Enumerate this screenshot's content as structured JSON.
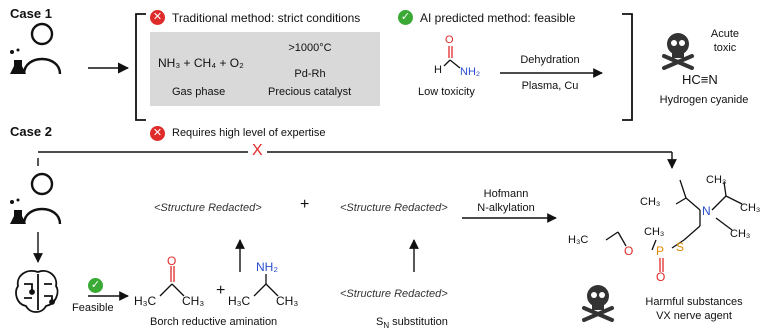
{
  "case1": {
    "label": "Case 1",
    "traditional": {
      "header": "Traditional method: strict conditions",
      "reactants": "NH₃ + CH₄ + O₂",
      "condition_top": ">1000°C",
      "condition_bottom": "Pd-Rh",
      "phase": "Gas phase",
      "catalyst": "Precious catalyst"
    },
    "ai": {
      "header": "AI predicted method: feasible",
      "molecule_O": "O",
      "molecule_H": "H",
      "molecule_NH2": "NH₂",
      "toxicity": "Low toxicity",
      "condition_top": "Dehydration",
      "condition_bottom": "Plasma, Cu"
    },
    "product": {
      "tox_label_1": "Acute",
      "tox_label_2": "toxic",
      "formula": "HC≡N",
      "name": "Hydrogen  cyanide"
    }
  },
  "case2": {
    "label": "Case 2",
    "expertise_header": "Requires high level of expertise",
    "blocked_mark": "X",
    "feasible_label": "Feasible",
    "redacted_1": "<Structure Redacted>",
    "redacted_2": "<Structure Redacted>",
    "redacted_3": "<Structure Redacted>",
    "plus": "+",
    "plus_2": "+",
    "step_1": "Hofmann",
    "step_2": "N-alkylation",
    "reaction_left": "Borch reductive amination",
    "reaction_right_S": "S",
    "reaction_right_N": "N",
    "reaction_right_rest": " substitution",
    "acetone_O": "O",
    "acetone_left": "H₃C",
    "acetone_right": "CH₃",
    "amine_top": "NH₂",
    "amine_left": "H₃C",
    "amine_right": "CH₃",
    "product": {
      "harmful": "Harmful substances",
      "name": "VX nerve agent",
      "lbl_ch3_top": "CH₃",
      "lbl_h3c_left": "H₃C",
      "lbl_ch3_p": "CH₃",
      "lbl_N": "N",
      "lbl_ch3_r1": "CH₃",
      "lbl_ch3_r2": "CH₃",
      "lbl_ch3_b": "CH₃",
      "lbl_O": "O",
      "lbl_P": "P",
      "lbl_S": "S",
      "lbl_Odb": "O"
    }
  },
  "colors": {
    "red": "#e02b2b",
    "green": "#3aaa35",
    "gray_box": "#d9d9d9",
    "blue_box": "#cfe8f5",
    "oxygen": "#e02b2b",
    "nitrogen": "#2a4fd0",
    "phosphorus": "#e08a00"
  },
  "icons": [
    "scientist-icon",
    "brain-circuit-icon",
    "skull-crossbones-icon",
    "check-icon",
    "cross-icon"
  ]
}
